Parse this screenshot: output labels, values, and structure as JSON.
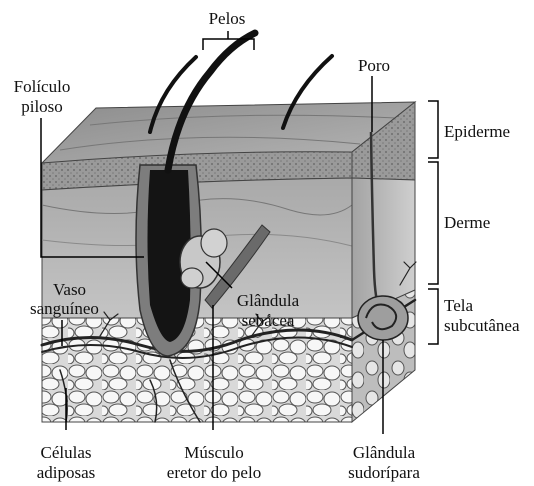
{
  "labels": {
    "pelos": "Pelos",
    "foliculo_line1": "Folículo",
    "foliculo_line2": "piloso",
    "poro": "Poro",
    "epiderme": "Epiderme",
    "derme": "Derme",
    "tela_line1": "Tela",
    "tela_line2": "subcutânea",
    "vaso_line1": "Vaso",
    "vaso_line2": "sanguíneo",
    "glandula_sebacea_line1": "Glândula",
    "glandula_sebacea_line2": "sebácea",
    "celulas_line1": "Células",
    "celulas_line2": "adiposas",
    "musculo_line1": "Músculo",
    "musculo_line2": "eretor do pelo",
    "glandula_sudoripara_line1": "Glândula",
    "glandula_sudoripara_line2": "sudorípara"
  }
}
